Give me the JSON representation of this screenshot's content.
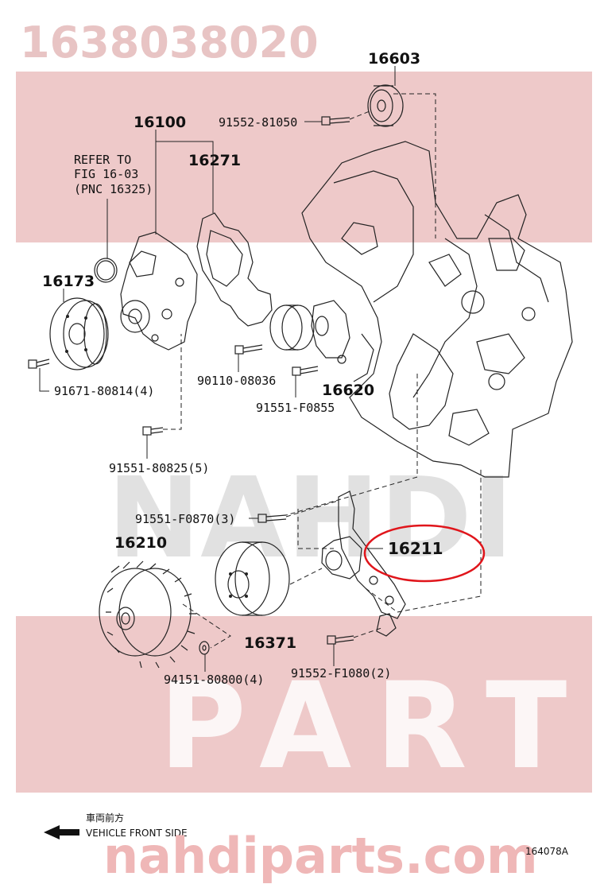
{
  "watermark": {
    "part_number": "1638038020",
    "word_nahdi": "NAHDI",
    "word_parts": "PARTS",
    "url": "nahdiparts.com"
  },
  "refer": {
    "line1": "REFER TO",
    "line2": "FIG 16-03",
    "line3": "(PNC 16325)"
  },
  "labels": {
    "p16603": "16603",
    "p91552_81050": "91552-81050",
    "p16100": "16100",
    "p16271": "16271",
    "p16173": "16173",
    "p91671": "91671-80814(4)",
    "p90110": "90110-08036",
    "p16620": "16620",
    "p91551_F0855": "91551-F0855",
    "p91551_80825": "91551-80825(5)",
    "p91551_F0870": "91551-F0870(3)",
    "p16210": "16210",
    "p16211": "16211",
    "p16371": "16371",
    "p94151": "94151-80800(4)",
    "p91552_F1080": "91552-F1080(2)"
  },
  "highlight": {
    "part": "16211",
    "color": "#e0151b"
  },
  "footer": {
    "direction_jp": "車両前方",
    "direction_en": "VEHICLE FRONT SIDE",
    "figure_code": "164078A"
  },
  "colors": {
    "band": "#e8b7b7",
    "watermark_text": "#e8c4c4",
    "highlight": "#e0151b"
  }
}
